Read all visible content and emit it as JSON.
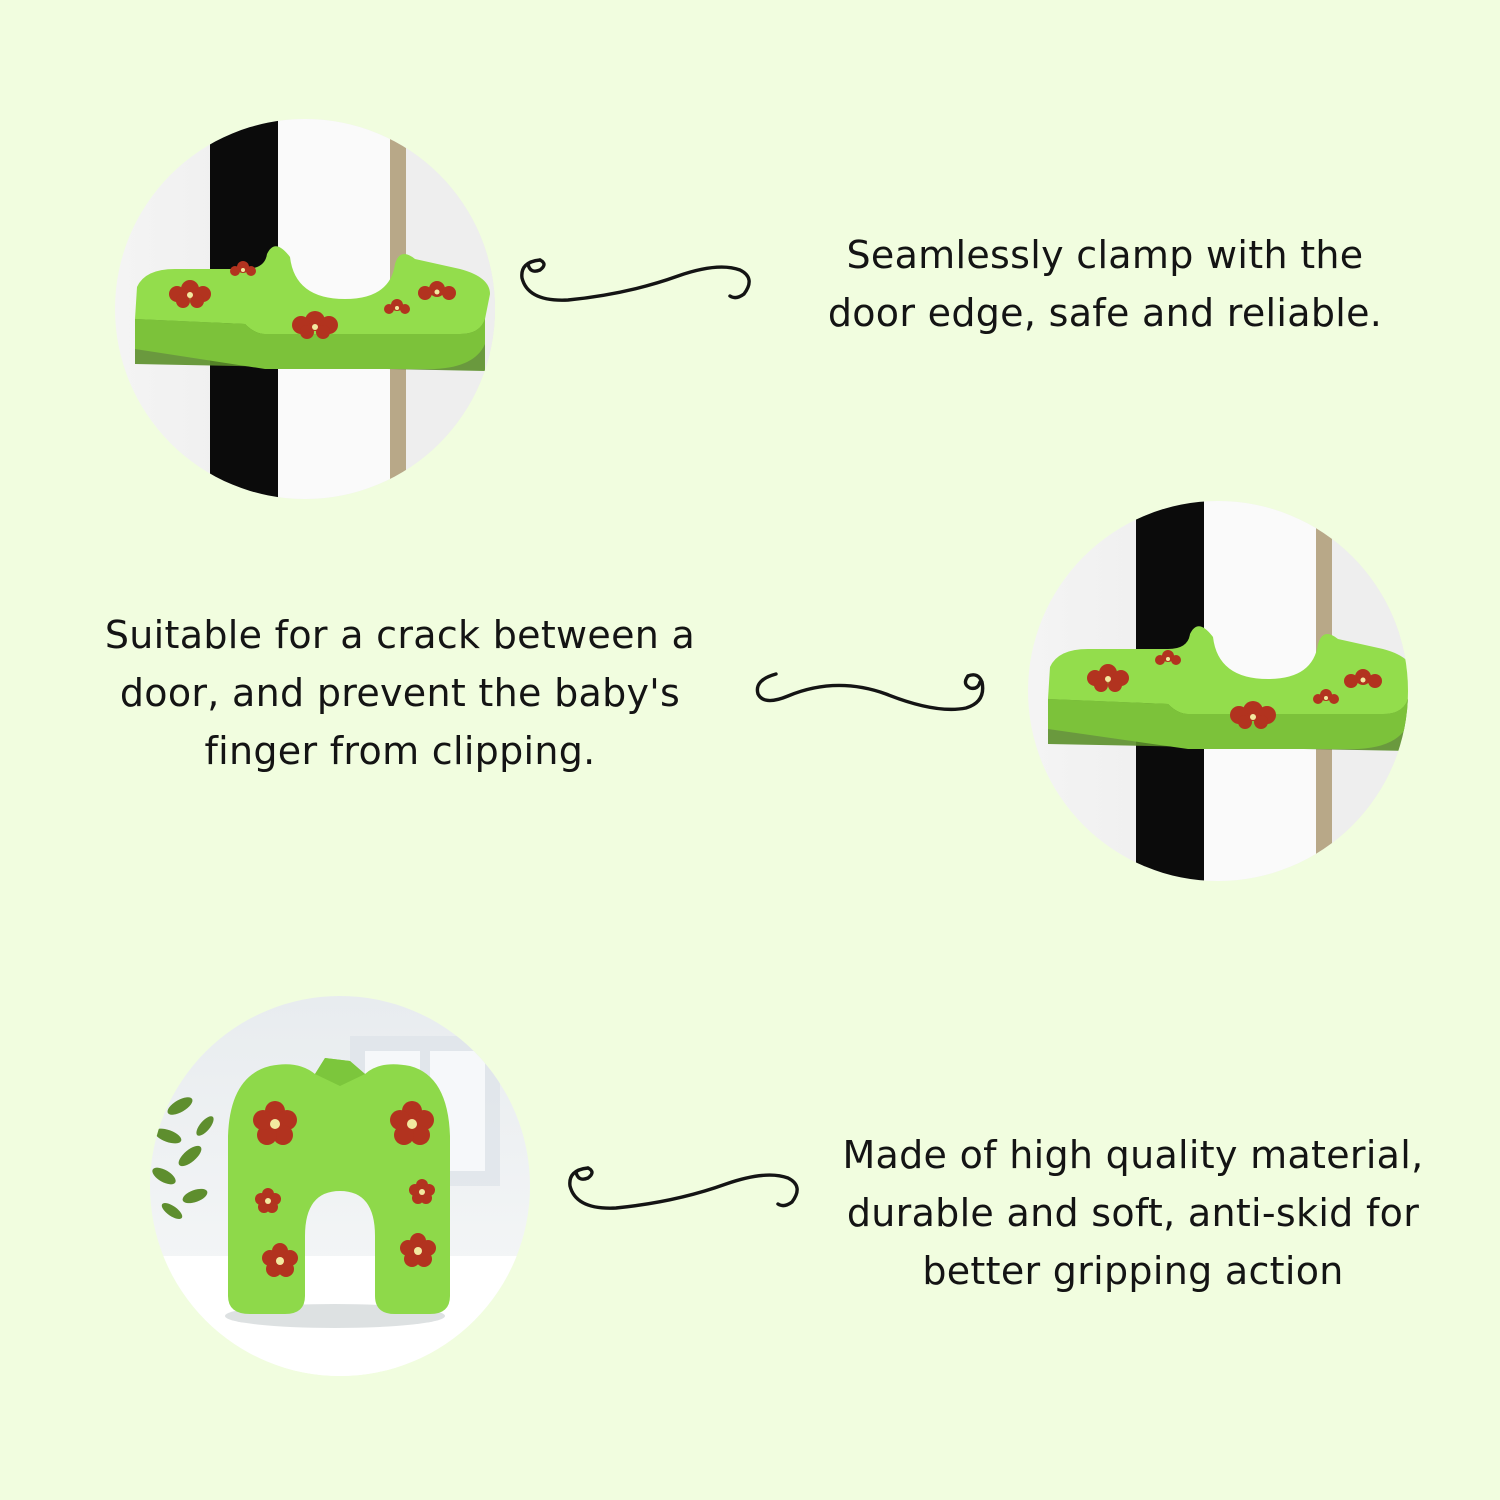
{
  "features": [
    {
      "lines": [
        "Seamlessly clamp with the",
        "door edge, safe and reliable."
      ],
      "image_icon": "door-clamp-photo-icon",
      "arrow_icon": "curly-arrow-icon"
    },
    {
      "lines": [
        "Suitable for a crack between a",
        "door, and prevent the baby's",
        "finger from clipping."
      ],
      "image_icon": "door-clamp-photo-icon",
      "arrow_icon": "curly-arrow-icon"
    },
    {
      "lines": [
        "Made of high quality material,",
        "durable and soft, anti-skid for",
        "better gripping action"
      ],
      "image_icon": "foam-door-stopper-photo-icon",
      "arrow_icon": "curly-arrow-icon"
    }
  ],
  "colors": {
    "background": "#F1FDDF",
    "text": "#141414",
    "product_green": "#8ED94A",
    "flower_red": "#B2331F"
  }
}
